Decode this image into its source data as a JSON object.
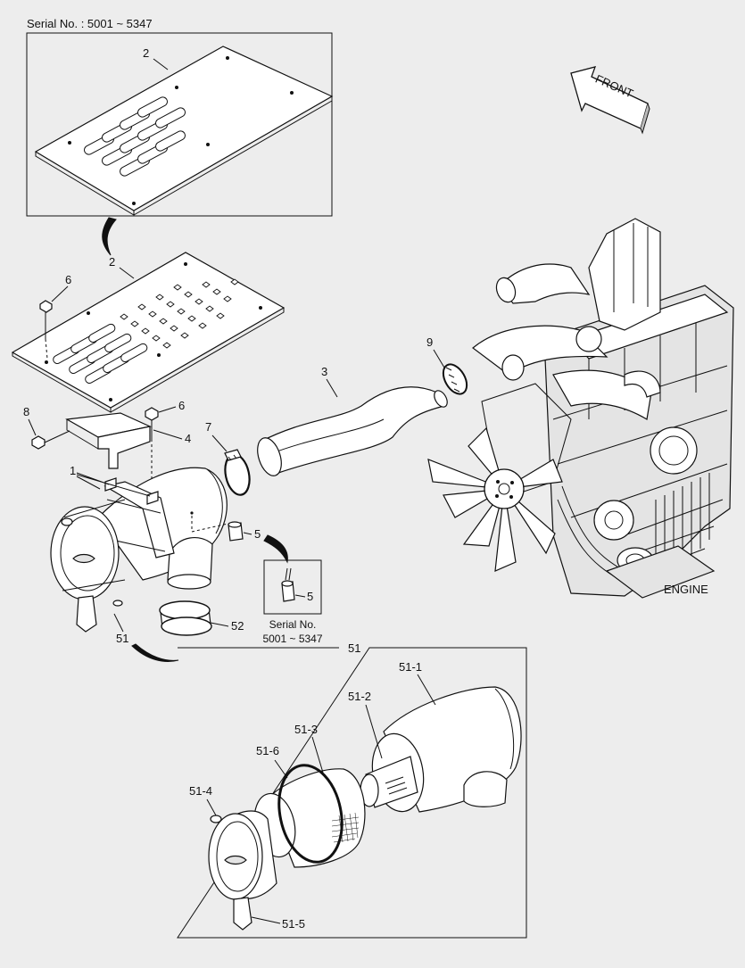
{
  "header": {
    "serial_label": "Serial No. : 5001 ~ 5347"
  },
  "direction": {
    "front_label": "FRONT"
  },
  "engine": {
    "label": "ENGINE"
  },
  "inset_serial": {
    "line1": "Serial No.",
    "line2": "5001 ~ 5347"
  },
  "callouts": {
    "c2_top": "2",
    "c2_mid": "2",
    "c6_upper": "6",
    "c3": "3",
    "c9": "9",
    "c8": "8",
    "c6_lower": "6",
    "c4": "4",
    "c7": "7",
    "c1": "1",
    "c5_main": "5",
    "c5_inset": "5",
    "c52": "52",
    "c51_main": "51",
    "c51_box": "51",
    "c51_1": "51-1",
    "c51_2": "51-2",
    "c51_3": "51-3",
    "c51_6": "51-6",
    "c51_4": "51-4",
    "c51_5": "51-5"
  }
}
